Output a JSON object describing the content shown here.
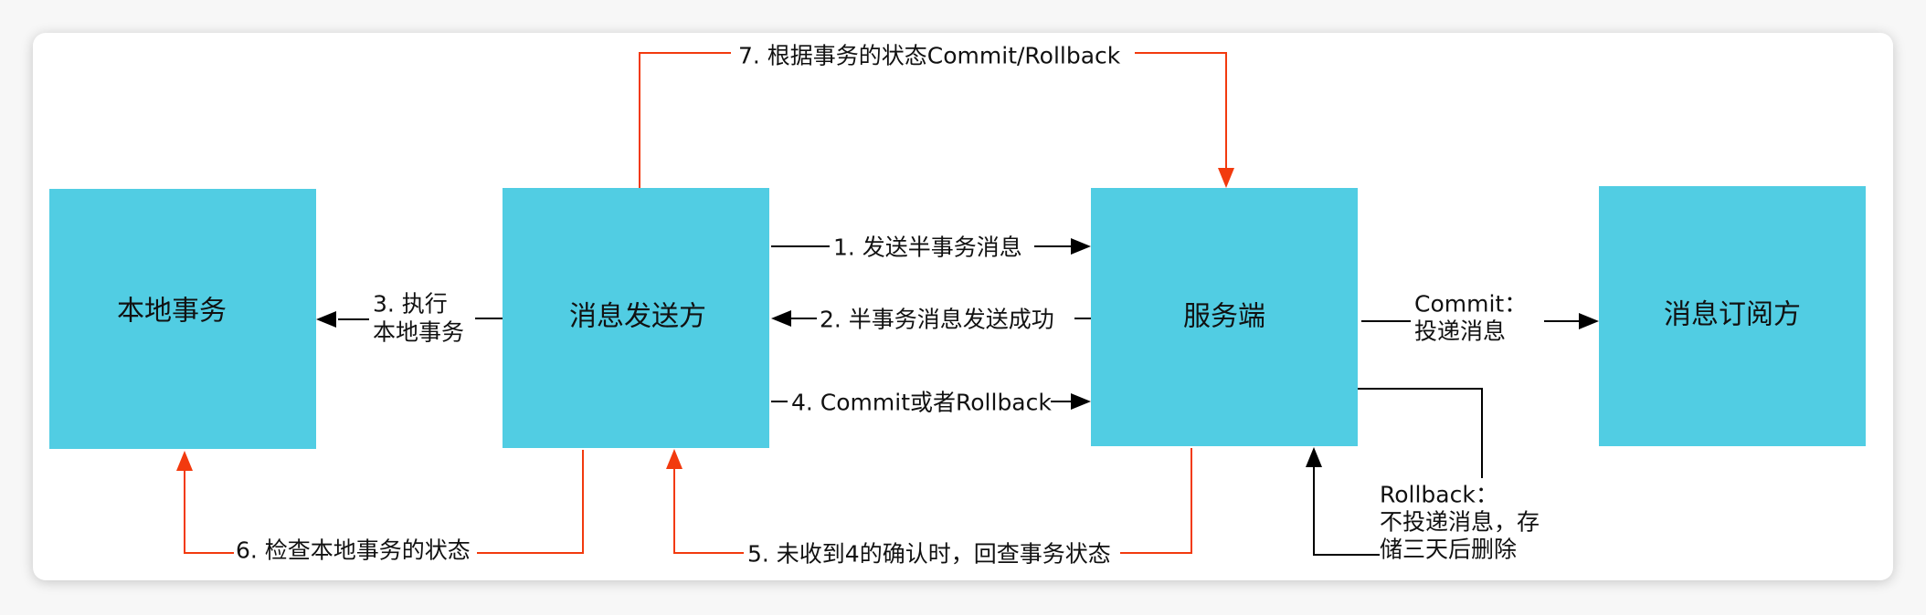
{
  "colors": {
    "box_fill": "#51CDE3",
    "black_line": "#000000",
    "red_line": "#F23A0E",
    "canvas": "#FFFFFF"
  },
  "nodes": [
    {
      "id": "local-transaction",
      "label": "本地事务"
    },
    {
      "id": "producer",
      "label": "消息发送方"
    },
    {
      "id": "server",
      "label": "服务端"
    },
    {
      "id": "consumer",
      "label": "消息订阅方"
    }
  ],
  "edges": {
    "step1": "1. 发送半事务消息",
    "step2": "2. 半事务消息发送成功",
    "step3_line1": "3. 执行",
    "step3_line2": "本地事务",
    "step4": "4. Commit或者Rollback",
    "step5": "5. 未收到4的确认时，回查事务状态",
    "step6": "6. 检查本地事务的状态",
    "step7": "7. 根据事务的状态Commit/Rollback",
    "commit_line1": "Commit：",
    "commit_line2": "投递消息",
    "rollback_line1": "Rollback：",
    "rollback_line2": "不投递消息，存",
    "rollback_line3": "储三天后删除"
  }
}
